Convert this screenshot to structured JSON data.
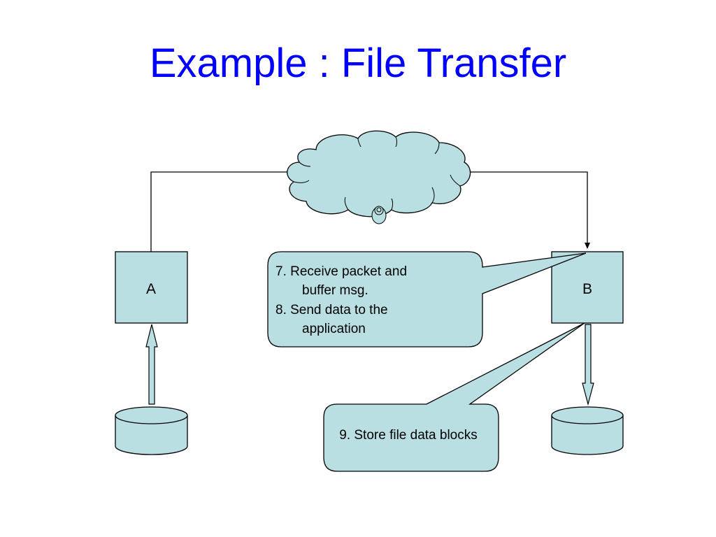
{
  "slide": {
    "title": "Example : File Transfer"
  },
  "nodes": {
    "host_a": "A",
    "host_b": "B"
  },
  "callouts": {
    "receive": {
      "lines": [
        "7. Receive packet and",
        "buffer msg.",
        "8. Send data to the",
        "application"
      ]
    },
    "store": {
      "text": "9. Store file data blocks"
    }
  },
  "colors": {
    "title": "#0000ff",
    "shape_fill": "#b9dfe3",
    "stroke": "#000000"
  }
}
